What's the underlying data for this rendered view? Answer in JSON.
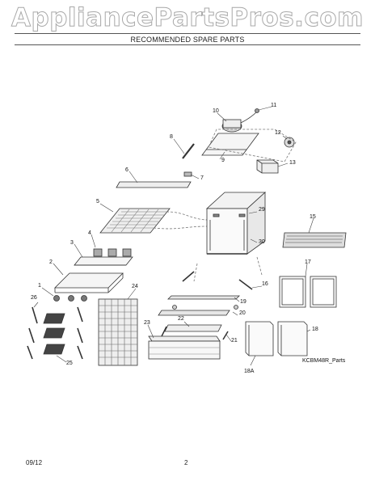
{
  "watermark": "AppliancePartsPros.com",
  "header": {
    "title": "RECOMMENDED SPARE PARTS"
  },
  "diagram": {
    "model_code": "KCBM48R_Parts",
    "parts": [
      "1",
      "2",
      "3",
      "4",
      "5",
      "6",
      "7",
      "8",
      "9",
      "10",
      "11",
      "12",
      "13",
      "15",
      "16",
      "17",
      "18",
      "18A",
      "19",
      "20",
      "21",
      "22",
      "23",
      "24",
      "25",
      "26",
      "29",
      "30"
    ]
  },
  "footer": {
    "date": "09/12",
    "page": "2"
  }
}
